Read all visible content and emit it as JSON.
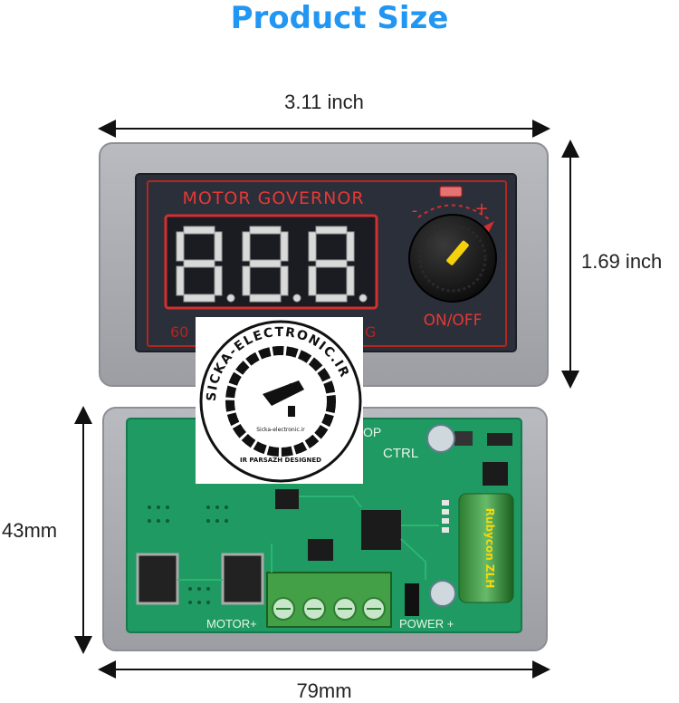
{
  "title": "Product Size",
  "dimensions": {
    "top_width": "3.11 inch",
    "right_height": "1.69 inch",
    "left_height": "43mm",
    "bottom_width": "79mm"
  },
  "device": {
    "panel_label": "MOTOR GOVERNOR",
    "display_digits": "8.8.8.",
    "switch_label": "ON/OFF",
    "minus_sign": "-",
    "plus_sign": "+",
    "hidden_label_left": "60",
    "hidden_label_right": "G"
  },
  "board": {
    "ctrl_label": "CTRL",
    "motor_label": "MOTOR+",
    "power_label": "POWER +",
    "op_label": "OP",
    "capacitor_text": "Rubycon ZLH"
  },
  "watermark": {
    "ring_text": "SICKA-ELECTRONIC.IR",
    "bottom_text": "IR PARSAZH DESIGNED",
    "center_text": "Sicka-electronic.ir"
  },
  "colors": {
    "title": "#2196f3",
    "display_red": "#e53935",
    "pcb_green": "#1f9a62",
    "case_gray": "#a9abb0"
  }
}
